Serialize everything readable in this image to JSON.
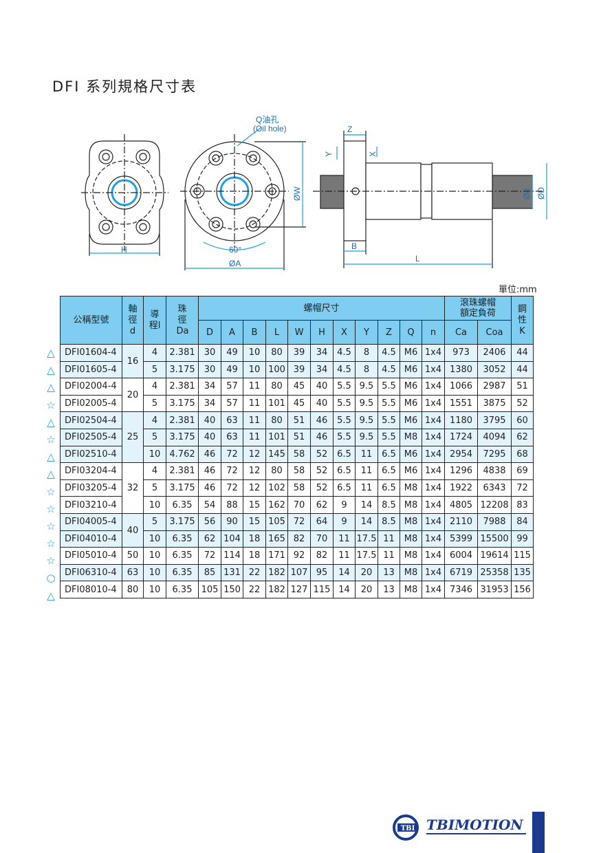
{
  "title": "DFI 系列規格尺寸表",
  "unit": "單位:mm",
  "drawing": {
    "oil_hole": "Q油孔",
    "oil_hole_en": "(Oil hole)",
    "H": "H",
    "angle": "60°",
    "A": "ØA",
    "W": "ØW",
    "Z": "Z",
    "Y": "Y",
    "X": "X",
    "B": "B",
    "L": "L",
    "d": "Ød",
    "D": "ØD"
  },
  "table": {
    "headers": {
      "model": "公稱型號",
      "d": "軸徑d",
      "l": "導程l",
      "Da": "珠徑Da",
      "nut": "螺帽尺寸",
      "load": "滾珠螺帽額定負荷",
      "K": "鋼性K",
      "d_lines": [
        "軸",
        "徑",
        "d"
      ],
      "l_lines": [
        "導",
        "程",
        "l"
      ],
      "Da_lines": [
        "珠",
        "徑",
        "Da"
      ],
      "load_lines": [
        "滾珠螺帽",
        "額定負荷"
      ],
      "K_lines": [
        "鋼",
        "性",
        "K"
      ],
      "cols": [
        "D",
        "A",
        "B",
        "L",
        "W",
        "H",
        "X",
        "Y",
        "Z",
        "Q",
        "n",
        "Ca",
        "Coa"
      ]
    },
    "groups": [
      {
        "d": "16",
        "shade": true,
        "rows": [
          {
            "mark": "△",
            "model": "DFI01604-4",
            "l": "4",
            "Da": "2.381",
            "v": [
              "30",
              "49",
              "10",
              "80",
              "39",
              "34",
              "4.5",
              "8",
              "4.5",
              "M6",
              "1x4",
              "973",
              "2406",
              "44"
            ]
          },
          {
            "mark": "△",
            "model": "DFI01605-4",
            "l": "5",
            "Da": "3.175",
            "v": [
              "30",
              "49",
              "10",
              "100",
              "39",
              "34",
              "4.5",
              "8",
              "4.5",
              "M6",
              "1x4",
              "1380",
              "3052",
              "44"
            ]
          }
        ]
      },
      {
        "d": "20",
        "shade": false,
        "rows": [
          {
            "mark": "△",
            "model": "DFI02004-4",
            "l": "4",
            "Da": "2.381",
            "v": [
              "34",
              "57",
              "11",
              "80",
              "45",
              "40",
              "5.5",
              "9.5",
              "5.5",
              "M6",
              "1x4",
              "1066",
              "2987",
              "51"
            ]
          },
          {
            "mark": "☆",
            "model": "DFI02005-4",
            "l": "5",
            "Da": "3.175",
            "v": [
              "34",
              "57",
              "11",
              "101",
              "45",
              "40",
              "5.5",
              "9.5",
              "5.5",
              "M6",
              "1x4",
              "1551",
              "3875",
              "52"
            ]
          }
        ]
      },
      {
        "d": "25",
        "shade": true,
        "rows": [
          {
            "mark": "△",
            "model": "DFI02504-4",
            "l": "4",
            "Da": "2.381",
            "v": [
              "40",
              "63",
              "11",
              "80",
              "51",
              "46",
              "5.5",
              "9.5",
              "5.5",
              "M6",
              "1x4",
              "1180",
              "3795",
              "60"
            ]
          },
          {
            "mark": "☆",
            "model": "DFI02505-4",
            "l": "5",
            "Da": "3.175",
            "v": [
              "40",
              "63",
              "11",
              "101",
              "51",
              "46",
              "5.5",
              "9.5",
              "5.5",
              "M8",
              "1x4",
              "1724",
              "4094",
              "62"
            ]
          },
          {
            "mark": "△",
            "model": "DFI02510-4",
            "l": "10",
            "Da": "4.762",
            "v": [
              "46",
              "72",
              "12",
              "145",
              "58",
              "52",
              "6.5",
              "11",
              "6.5",
              "M6",
              "1x4",
              "2954",
              "7295",
              "68"
            ]
          }
        ]
      },
      {
        "d": "32",
        "shade": false,
        "rows": [
          {
            "mark": "△",
            "model": "DFI03204-4",
            "l": "4",
            "Da": "2.381",
            "v": [
              "46",
              "72",
              "12",
              "80",
              "58",
              "52",
              "6.5",
              "11",
              "6.5",
              "M6",
              "1x4",
              "1296",
              "4838",
              "69"
            ]
          },
          {
            "mark": "☆",
            "model": "DFI03205-4",
            "l": "5",
            "Da": "3.175",
            "v": [
              "46",
              "72",
              "12",
              "102",
              "58",
              "52",
              "6.5",
              "11",
              "6.5",
              "M8",
              "1x4",
              "1922",
              "6343",
              "72"
            ]
          },
          {
            "mark": "☆",
            "model": "DFI03210-4",
            "l": "10",
            "Da": "6.35",
            "v": [
              "54",
              "88",
              "15",
              "162",
              "70",
              "62",
              "9",
              "14",
              "8.5",
              "M8",
              "1x4",
              "4805",
              "12208",
              "83"
            ]
          }
        ]
      },
      {
        "d": "40",
        "shade": true,
        "rows": [
          {
            "mark": "☆",
            "model": "DFI04005-4",
            "l": "5",
            "Da": "3.175",
            "v": [
              "56",
              "90",
              "15",
              "105",
              "72",
              "64",
              "9",
              "14",
              "8.5",
              "M8",
              "1x4",
              "2110",
              "7988",
              "84"
            ]
          },
          {
            "mark": "☆",
            "model": "DFI04010-4",
            "l": "10",
            "Da": "6.35",
            "v": [
              "62",
              "104",
              "18",
              "165",
              "82",
              "70",
              "11",
              "17.5",
              "11",
              "M8",
              "1x4",
              "5399",
              "15500",
              "99"
            ]
          }
        ]
      },
      {
        "d": "50",
        "shade": false,
        "rows": [
          {
            "mark": "☆",
            "model": "DFI05010-4",
            "l": "10",
            "Da": "6.35",
            "v": [
              "72",
              "114",
              "18",
              "171",
              "92",
              "82",
              "11",
              "17.5",
              "11",
              "M8",
              "1x4",
              "6004",
              "19614",
              "115"
            ]
          }
        ]
      },
      {
        "d": "63",
        "shade": true,
        "rows": [
          {
            "mark": "○",
            "model": "DFI06310-4",
            "l": "10",
            "Da": "6.35",
            "v": [
              "85",
              "131",
              "22",
              "182",
              "107",
              "95",
              "14",
              "20",
              "13",
              "M8",
              "1x4",
              "6719",
              "25358",
              "135"
            ]
          }
        ]
      },
      {
        "d": "80",
        "shade": false,
        "rows": [
          {
            "mark": "△",
            "model": "DFI08010-4",
            "l": "10",
            "Da": "6.35",
            "v": [
              "105",
              "150",
              "22",
              "182",
              "127",
              "115",
              "14",
              "20",
              "13",
              "M8",
              "1x4",
              "7346",
              "31953",
              "156"
            ]
          }
        ]
      }
    ]
  },
  "logo": {
    "mark": "TBI",
    "name": "TBIMOTION"
  },
  "colors": {
    "header": "#7fcdf0",
    "shade": "#e2f3fc",
    "accent": "#1aa0e6",
    "brand": "#1a3a8f"
  }
}
